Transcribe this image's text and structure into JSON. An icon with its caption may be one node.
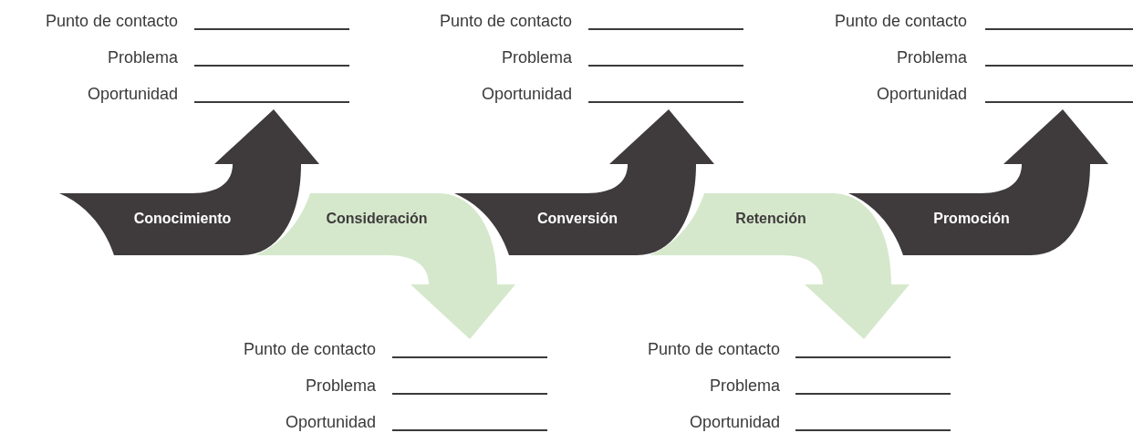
{
  "diagram": {
    "nodes": [
      {
        "text": [
          "Conocimiento"
        ]
      },
      {
        "text": [
          "Consideración"
        ]
      },
      {
        "text": [
          "Conversión"
        ]
      },
      {
        "text": [
          "Retención"
        ]
      },
      {
        "text": [
          "Promoción"
        ]
      }
    ],
    "labels": [
      "Punto de contacto",
      "Problema",
      "Oportunidad",
      "Punto de contacto",
      "Problema",
      "Oportunidad",
      "Punto de contacto",
      "Problema",
      "Oportunidad",
      "Punto de contacto",
      "Problema",
      "Oportunidad",
      "Punto de contacto",
      "Problema",
      "Oportunidad"
    ]
  }
}
